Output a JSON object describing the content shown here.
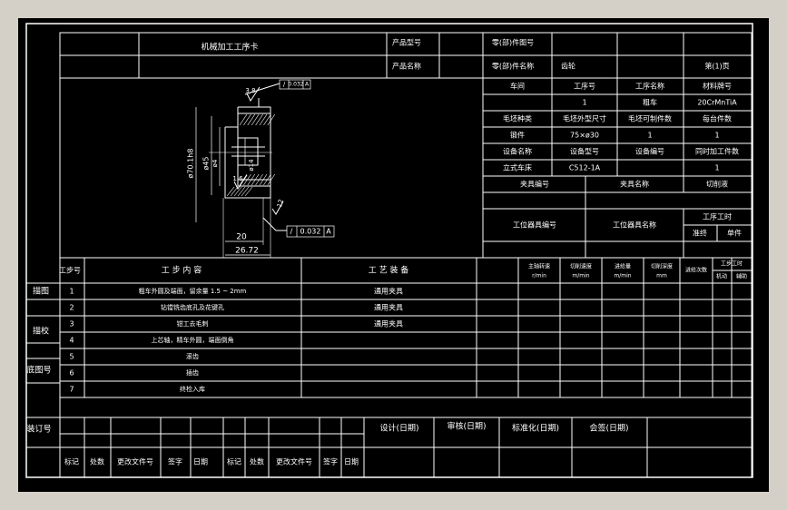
{
  "title": "机械加工工序卡",
  "colors": {
    "background": "#000000",
    "line": "#ffffff",
    "frame": "#d4d0c8"
  },
  "header": {
    "product_model_label": "产品型号",
    "part_drawing_no_label": "零(部)件图号",
    "product_name_label": "产品名称",
    "part_name_label": "零(部)件名称",
    "part_name_value": "齿轮",
    "page_label": "第(1)页"
  },
  "info": {
    "row1": [
      "车间",
      "工序号",
      "工序名称",
      "材料牌号"
    ],
    "row2": [
      "",
      "1",
      "粗车",
      "20CrMnTiA"
    ],
    "row3": [
      "毛坯种类",
      "毛坯外型尺寸",
      "毛坯可制件数",
      "每台件数"
    ],
    "row4": [
      "锻件",
      "75×ø30",
      "1",
      "1"
    ],
    "row5": [
      "设备名称",
      "设备型号",
      "设备编号",
      "同时加工件数"
    ],
    "row6": [
      "立式车床",
      "C512-1A",
      "",
      "1"
    ],
    "fixture_no": "夹具编号",
    "fixture_name": "夹具名称",
    "coolant": "切削液",
    "station_tool_no": "工位器具编号",
    "station_tool_name": "工位器具名称",
    "process_time": "工序工时",
    "prep_time": "准终",
    "unit_time": "单件"
  },
  "drawing": {
    "dim_width_20": "20",
    "dim_total_26_72": "26.72",
    "dim_dia_70": "ø70.1h8",
    "dim_dia_45": "ø45",
    "dim_dia_4": "ø4",
    "dim_dia_14": "ø14",
    "roughness_top": "3.8",
    "roughness_mid": "1.6",
    "roughness_side": "12",
    "tol_top_sym": "/",
    "tol_top_val": "0.032",
    "tol_top_ref": "A",
    "tol_bottom_sym": "/",
    "tol_bottom_val": "0.032",
    "tol_bottom_ref": "A"
  },
  "steps_header": {
    "step_no": "工步号",
    "step_content": "工 步 内 容",
    "equipment": "工 艺 装 备",
    "spindle_speed": "主轴转速",
    "spindle_speed_unit": "r/min",
    "cutting_speed": "切削速度",
    "cutting_speed_unit": "m/min",
    "feed": "进给量",
    "feed_unit": "m/min",
    "cut_depth": "切削深度",
    "cut_depth_unit": "mm",
    "passes": "进给次数",
    "step_time": "工步工时",
    "machine_time": "机动",
    "aux_time": "辅助"
  },
  "steps": [
    {
      "no": "1",
      "content": "粗车外圆及端面，留余量 1.5 ~ 2mm",
      "equipment": "通用夹具"
    },
    {
      "no": "2",
      "content": "钻镗铣齿底孔及花键孔",
      "equipment": "通用夹具"
    },
    {
      "no": "3",
      "content": "钳工去毛刺",
      "equipment": "通用夹具"
    },
    {
      "no": "4",
      "content": "上芯轴，精车外圆，端面倒角",
      "equipment": ""
    },
    {
      "no": "5",
      "content": "滚齿",
      "equipment": ""
    },
    {
      "no": "6",
      "content": "插齿",
      "equipment": ""
    },
    {
      "no": "7",
      "content": "终检入库",
      "equipment": ""
    }
  ],
  "side_labels": {
    "trace": "描图",
    "check": "描校",
    "base_no": "底图号",
    "binding_no": "装订号"
  },
  "signatures": {
    "design": "设计(日期)",
    "review": "审核(日期)",
    "standard": "标准化(日期)",
    "countersign": "会签(日期)"
  },
  "revision": {
    "mark": "标记",
    "count": "处数",
    "doc_no": "更改文件号",
    "sign": "签字",
    "date": "日期"
  }
}
